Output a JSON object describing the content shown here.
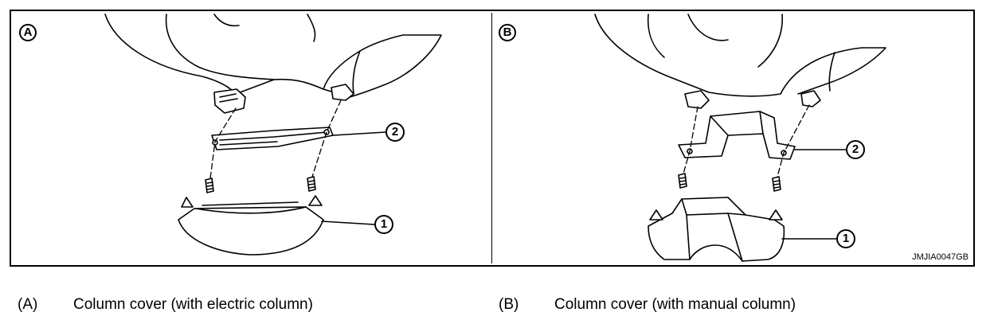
{
  "figure": {
    "panels": [
      {
        "badge": "A",
        "callouts": [
          "1",
          "2"
        ]
      },
      {
        "badge": "B",
        "callouts": [
          "1",
          "2"
        ]
      }
    ],
    "reference_code": "JMJIA0047GB"
  },
  "legend": [
    {
      "letter": "(A)",
      "text": "Column cover (with electric column)"
    },
    {
      "letter": "(B)",
      "text": "Column cover (with manual column)"
    }
  ]
}
